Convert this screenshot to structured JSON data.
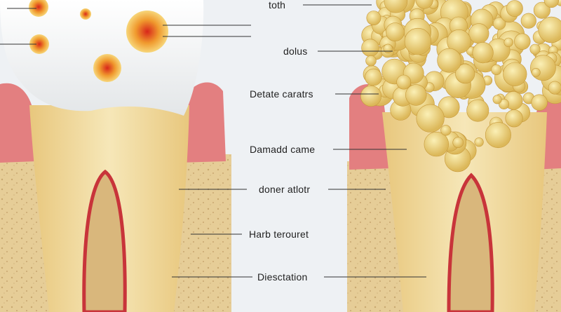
{
  "labels": {
    "toth": "toth",
    "dolus": "dolus",
    "detate_caratrs": "Detate caratrs",
    "damadd_came": "Damadd came",
    "doner_atlotr": "doner atlotr",
    "harb_terouret": "Harb terouret",
    "diesctation": "Diesctation"
  },
  "colors": {
    "background": "#eef1f4",
    "enamel": "#f4f5f4",
    "dentin": "#f2dfa6",
    "gum": "#e37f80",
    "bone": "#e8cf9a",
    "pulp_outline": "#c8343a",
    "pulp_fill": "#d9b77c",
    "plaque": "#e8cc73",
    "cavity": "#d8261a",
    "leader_line": "#333333"
  }
}
